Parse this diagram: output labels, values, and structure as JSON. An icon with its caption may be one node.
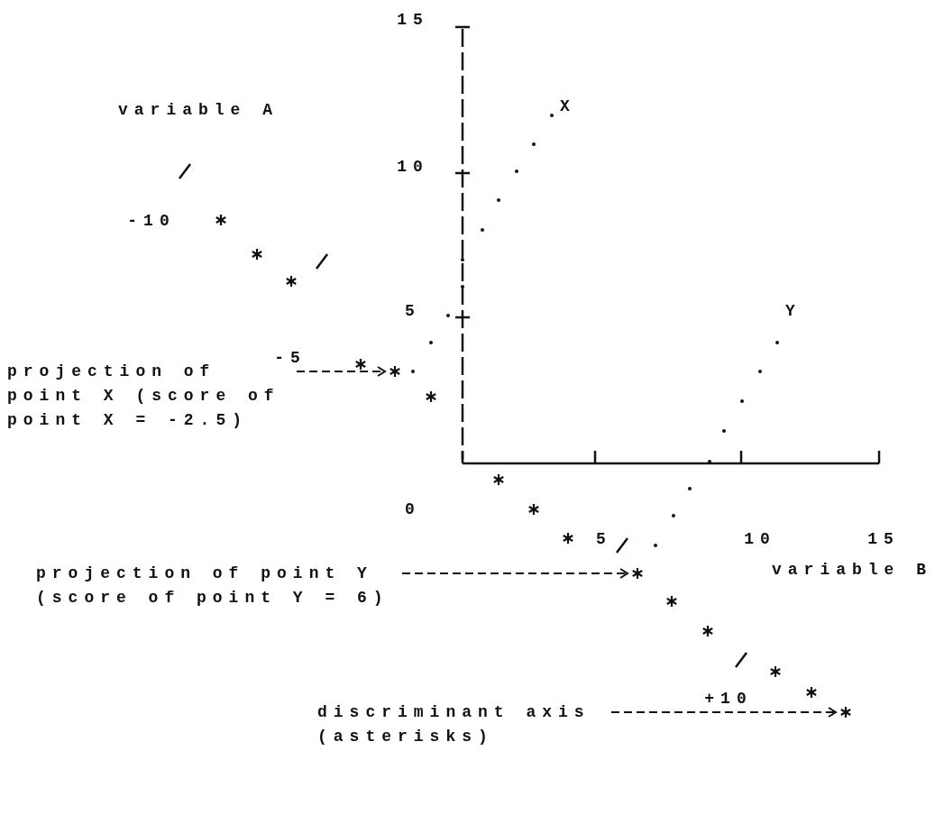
{
  "diagram": {
    "nodes": [
      {
        "text": [
          "projection of point X (score of point X = -2.5)"
        ]
      },
      {
        "text": [],
        "shape": "asterisk"
      },
      {
        "text": [
          "projection of point Y (score of point Y = 6)"
        ]
      },
      {
        "text": [],
        "shape": "asterisk"
      },
      {
        "text": [
          "discriminant axis (asterisks)"
        ]
      },
      {
        "text": [],
        "shape": "asterisk"
      }
    ],
    "edges": [
      {
        "from": 0,
        "to": 1,
        "arrow": "to"
      },
      {
        "from": 2,
        "to": 3,
        "arrow": "to"
      },
      {
        "from": 4,
        "to": 5,
        "arrow": "to"
      }
    ],
    "labels": [
      "15",
      "variable A",
      "X",
      "10",
      "-10",
      "5",
      "Y",
      "-5",
      "0",
      "5",
      "10",
      "15",
      "variable B",
      "+10"
    ]
  }
}
